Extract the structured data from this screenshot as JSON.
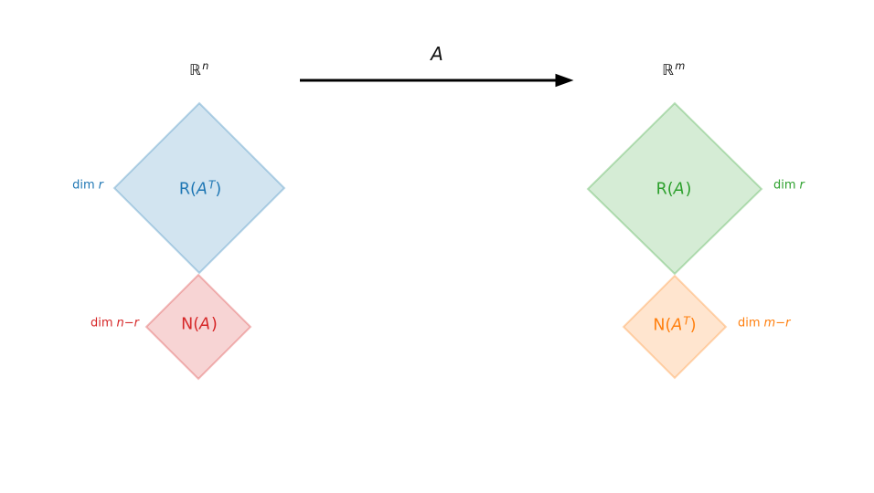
{
  "header": {
    "left_space": {
      "set": "ℝ",
      "sup": "n"
    },
    "map_label": "A",
    "right_space": {
      "set": "ℝ",
      "sup": "m"
    }
  },
  "subspaces": {
    "row_space": {
      "func": "R(",
      "arg": "A",
      "sup": "T",
      "close": ")",
      "dim_word": "dim",
      "dim_expr": "r",
      "color": "#1f77b4"
    },
    "null_space": {
      "func": "N(",
      "arg": "A",
      "sup": "",
      "close": ")",
      "dim_word": "dim",
      "dim_expr": "n−r",
      "color": "#d62728"
    },
    "column_space": {
      "func": "R(",
      "arg": "A",
      "sup": "",
      "close": ")",
      "dim_word": "dim",
      "dim_expr": "r",
      "color": "#2ca02c"
    },
    "left_null_space": {
      "func": "N(",
      "arg": "A",
      "sup": "T",
      "close": ")",
      "dim_word": "dim",
      "dim_expr": "m−r",
      "color": "#ff7f0e"
    }
  }
}
